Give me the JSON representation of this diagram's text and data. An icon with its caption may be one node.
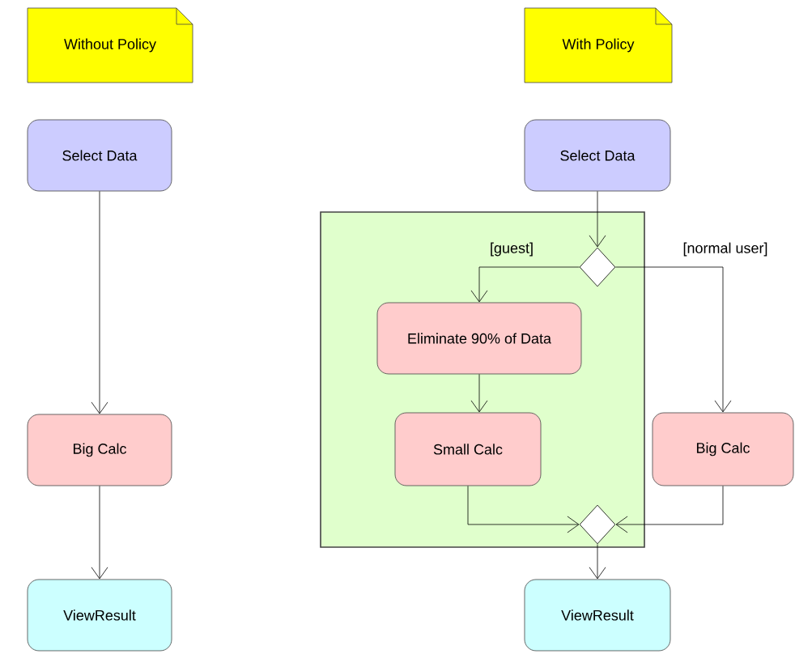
{
  "diagram": {
    "nodes": [
      {
        "text": [
          "Without Policy"
        ]
      },
      {
        "text": [
          "With Policy"
        ]
      },
      {
        "text": [
          "Select Data"
        ]
      },
      {
        "text": [
          "Big Calc"
        ]
      },
      {
        "text": [
          "ViewResult"
        ]
      },
      {
        "text": [
          "Select Data"
        ]
      },
      {
        "text": [],
        "shape": "box"
      },
      {
        "text": [],
        "shape": "diamond",
        "in": 6
      },
      {
        "text": [
          "Eliminate 90% of Data"
        ],
        "in": 6
      },
      {
        "text": [
          "Small Calc"
        ],
        "in": 6
      },
      {
        "text": [
          "Big Calc"
        ]
      },
      {
        "text": [],
        "shape": "diamond",
        "in": 6
      },
      {
        "text": [
          "ViewResult"
        ]
      }
    ],
    "edges": [
      {
        "from": 2,
        "to": 3,
        "arrow": "to"
      },
      {
        "from": 3,
        "to": 4,
        "arrow": "to"
      },
      {
        "from": 5,
        "to": 7,
        "arrow": "to"
      },
      {
        "from": 7,
        "to": 8,
        "arrow": "to",
        "label": "[guest]"
      },
      {
        "from": 7,
        "to": 10,
        "arrow": "to",
        "label": "[normal user]"
      },
      {
        "from": 8,
        "to": 9,
        "arrow": "to"
      },
      {
        "from": 9,
        "to": 11,
        "arrow": "to"
      },
      {
        "from": 10,
        "to": 11,
        "arrow": "to"
      },
      {
        "from": 11,
        "to": 12,
        "arrow": "to"
      }
    ]
  }
}
